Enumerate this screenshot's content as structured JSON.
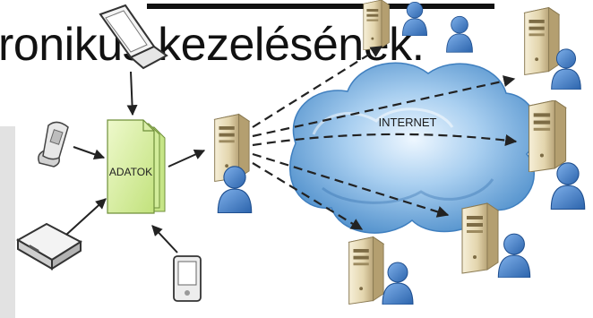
{
  "title": {
    "text": "ronikus kezelésének."
  },
  "diagram": {
    "data_label": "ADATOK",
    "cloud_label": "INTERNET"
  },
  "colors": {
    "document_fill": "#d8f0a8",
    "cloud_light": "#d8ecfa",
    "cloud_dark": "#5a9ad2",
    "person_blue": "#3d79c4",
    "server_beige": "#e8dcb8",
    "panel_gray": "#e2e2e2"
  }
}
